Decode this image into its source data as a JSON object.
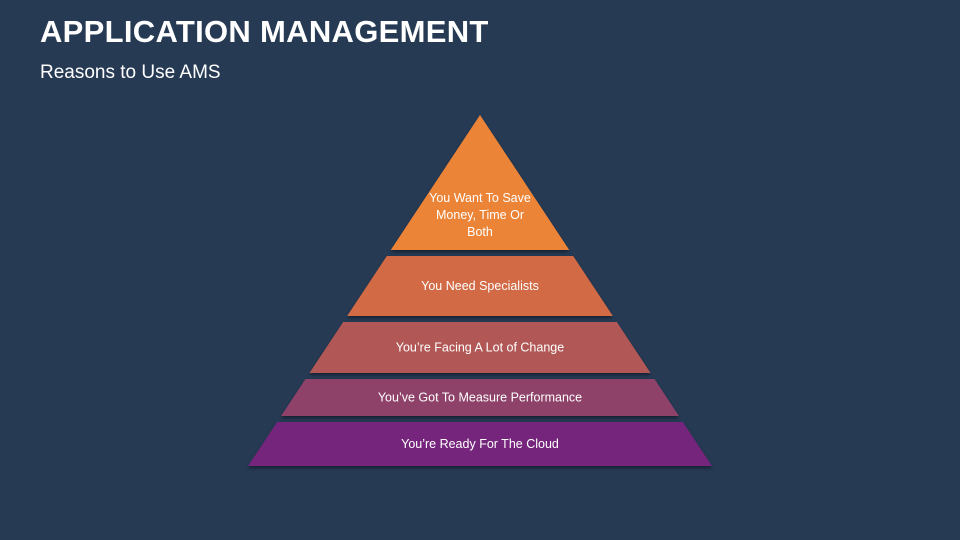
{
  "title": "APPLICATION MANAGEMENT",
  "subtitle": "Reasons to Use AMS",
  "pyramid": {
    "tiers": [
      {
        "lines": [
          "You Want To Save",
          "Money, Time Or",
          "Both"
        ],
        "color": "#ec8438"
      },
      {
        "lines": [
          "You Need Specialists"
        ],
        "color": "#d26a45"
      },
      {
        "lines": [
          "You’re Facing A Lot of Change"
        ],
        "color": "#b15857"
      },
      {
        "lines": [
          "You’ve Got To Measure Performance"
        ],
        "color": "#8e4269"
      },
      {
        "lines": [
          "You’re Ready For The Cloud"
        ],
        "color": "#74277b"
      }
    ]
  }
}
